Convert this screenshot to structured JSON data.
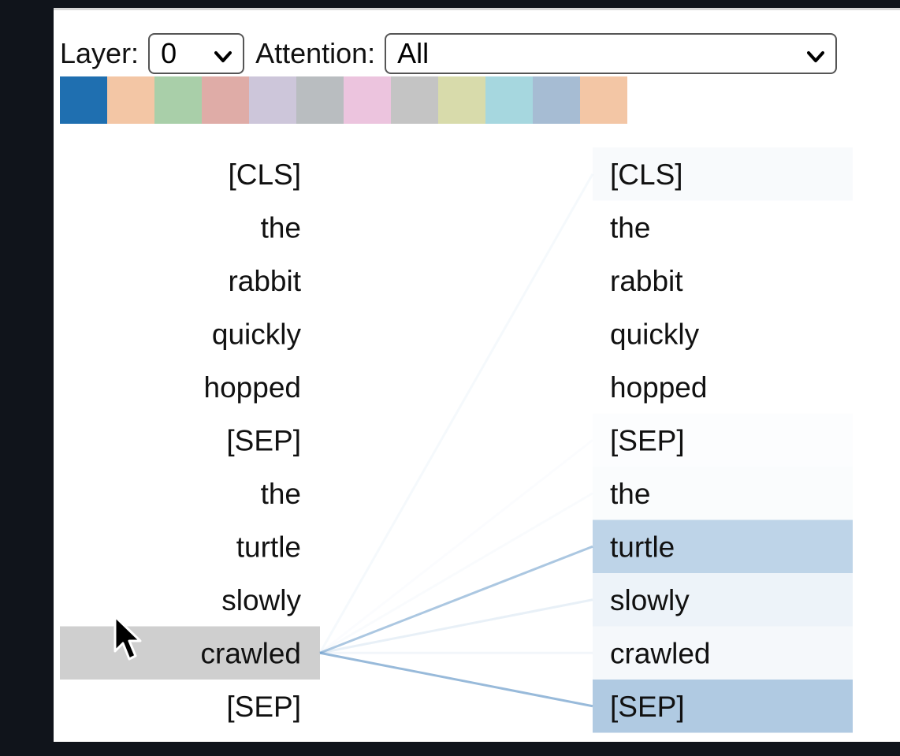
{
  "controls": {
    "layer_label": "Layer:",
    "layer_value": "0",
    "attention_label": "Attention:",
    "attention_value": "All"
  },
  "palette": [
    "#1f6fb0",
    "#f3c6a5",
    "#a9cfa9",
    "#dfaca7",
    "#cdc6da",
    "#b9bdc0",
    "#ecc4de",
    "#c4c4c4",
    "#d8dbab",
    "#a6d7df",
    "#a6bcd3",
    "#f3c6a5"
  ],
  "left_tokens": [
    "[CLS]",
    "the",
    "rabbit",
    "quickly",
    "hopped",
    "[SEP]",
    "the",
    "turtle",
    "slowly",
    "crawled",
    "[SEP]"
  ],
  "right_tokens": [
    "[CLS]",
    "the",
    "rabbit",
    "quickly",
    "hopped",
    "[SEP]",
    "the",
    "turtle",
    "slowly",
    "crawled",
    "[SEP]"
  ],
  "selected_index": 9,
  "attention_weights": [
    0.05,
    0.0,
    0.0,
    0.0,
    0.0,
    0.02,
    0.03,
    0.45,
    0.12,
    0.07,
    0.55
  ],
  "colors": {
    "attention": "#6f9fcb",
    "selected_bg": "#cfcfcf"
  }
}
